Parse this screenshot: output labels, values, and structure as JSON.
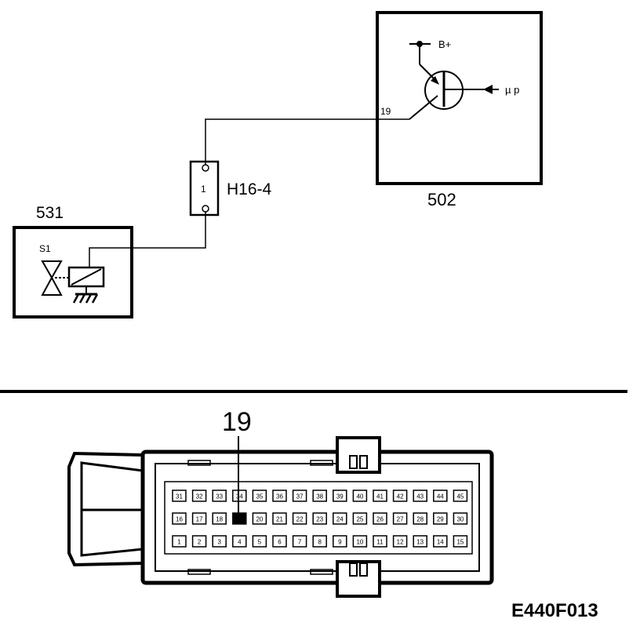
{
  "wiring": {
    "ecu_label": "502",
    "ecu_supply_label": "B+",
    "ecu_input_label": "µ p",
    "ecu_pin_label": "19",
    "connector_label": "H16-4",
    "connector_pin_label": "1",
    "valve_unit_label": "531",
    "valve_label": "S1"
  },
  "connector": {
    "callout_label": "19",
    "highlighted_pin": 19,
    "rows": [
      [
        "31",
        "32",
        "33",
        "34",
        "35",
        "36",
        "37",
        "38",
        "39",
        "40",
        "41",
        "42",
        "43",
        "44",
        "45"
      ],
      [
        "16",
        "17",
        "18",
        "19",
        "20",
        "21",
        "22",
        "23",
        "24",
        "25",
        "26",
        "27",
        "28",
        "29",
        "30"
      ],
      [
        "1",
        "2",
        "3",
        "4",
        "5",
        "6",
        "7",
        "8",
        "9",
        "10",
        "11",
        "12",
        "13",
        "14",
        "15"
      ]
    ]
  },
  "figure_id": "E440F013"
}
